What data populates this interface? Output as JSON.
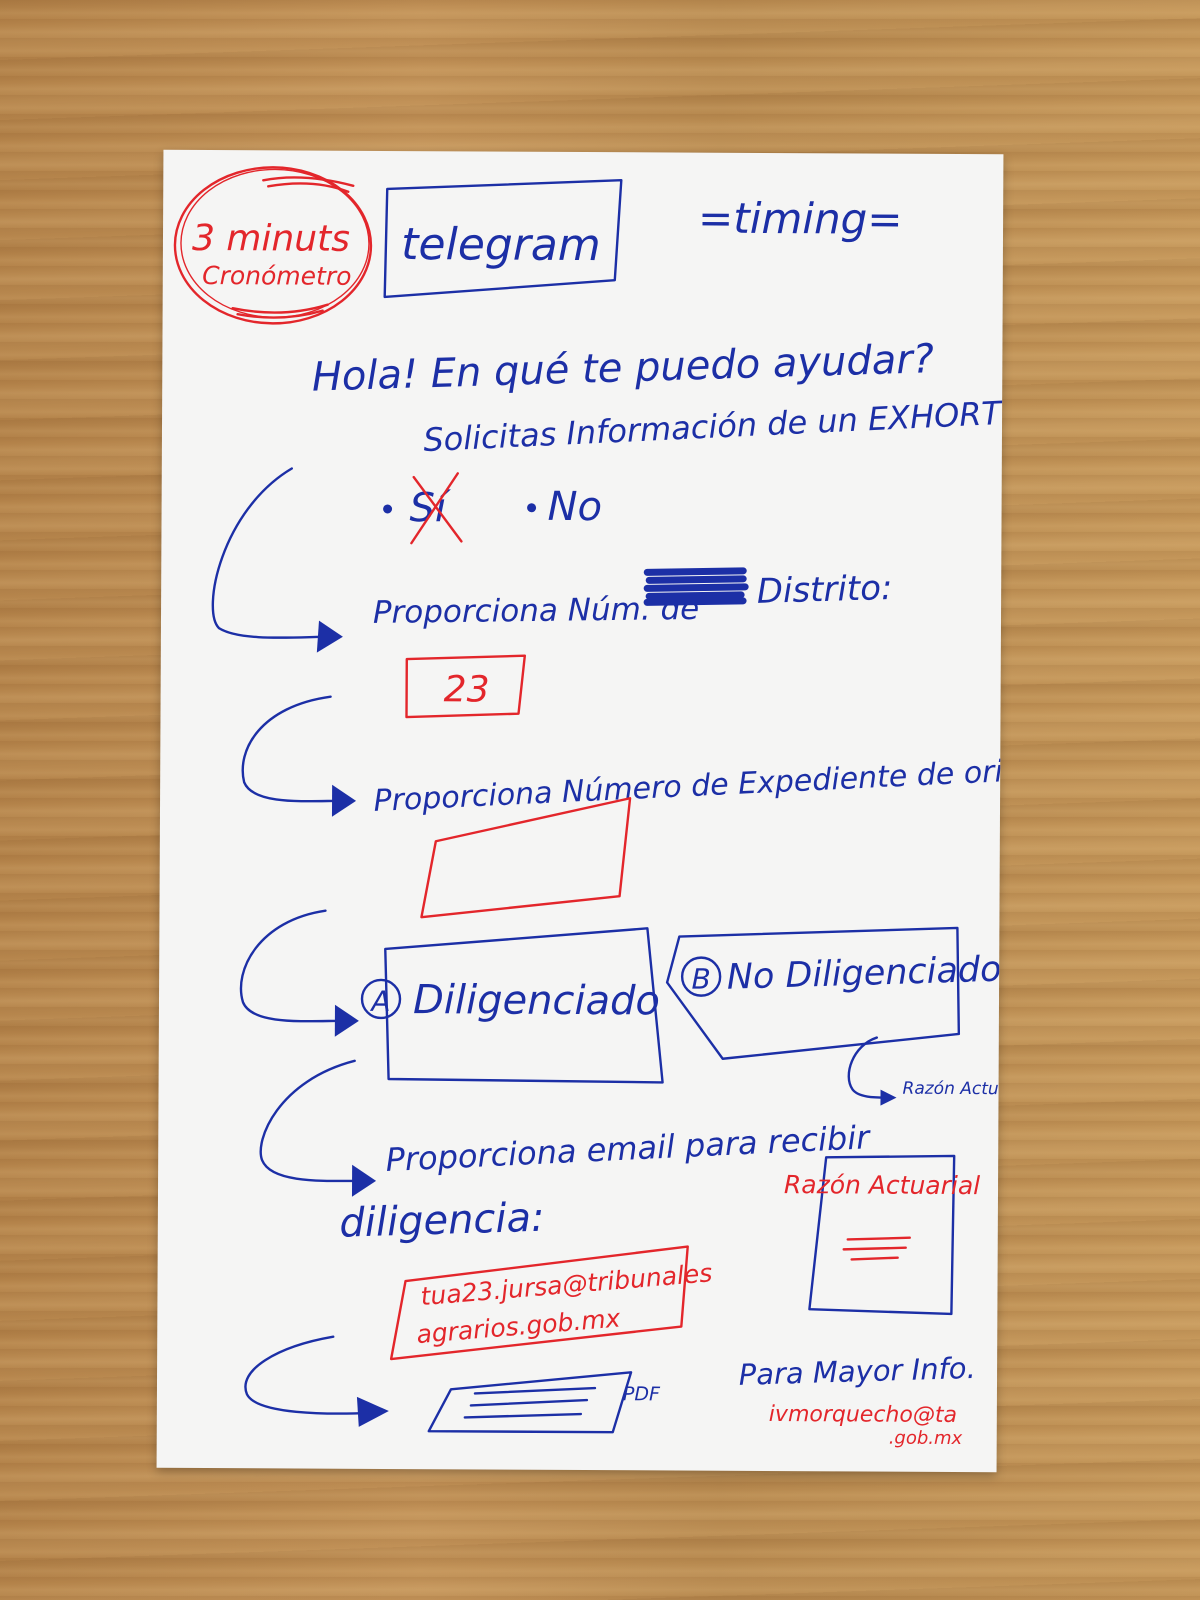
{
  "timer": {
    "title": "3 minuts",
    "subtitle": "Cronómetro"
  },
  "app_name": "telegram",
  "timing_label": "=timing=",
  "greeting": "Hola! En qué te puedo ayudar?",
  "question": "Solicitas Información de un EXHORTO?",
  "options": {
    "yes": "Sí",
    "no": "No"
  },
  "prompt_distrito": {
    "prefix": "Proporciona Núm. de",
    "suffix": "Distrito:"
  },
  "distrito_value": "23",
  "prompt_expediente": "Proporciona Número de Expediente de origen:",
  "choice_a": {
    "badge": "A",
    "label": "Diligenciado"
  },
  "choice_b": {
    "badge": "B",
    "label": "No Diligenciado"
  },
  "razon_small": "Razón Actuarial",
  "prompt_email": {
    "line1": "Proporciona email para recibir",
    "line2": "diligencia:"
  },
  "email": {
    "line1": "tua23.jursa@tribunales",
    "line2": "agrarios.gob.mx"
  },
  "razon_card": {
    "title": "Razón Actuarial"
  },
  "pdf_label": "PDF",
  "more_info": {
    "line1": "Para Mayor Info.",
    "line2": "ivmorquecho@ta",
    "line3": ".gob.mx"
  },
  "colors": {
    "blue_ink": "#1c2fa6",
    "red_ink": "#e3262b",
    "paper": "#f5f5f4",
    "table": "#b98a52"
  }
}
